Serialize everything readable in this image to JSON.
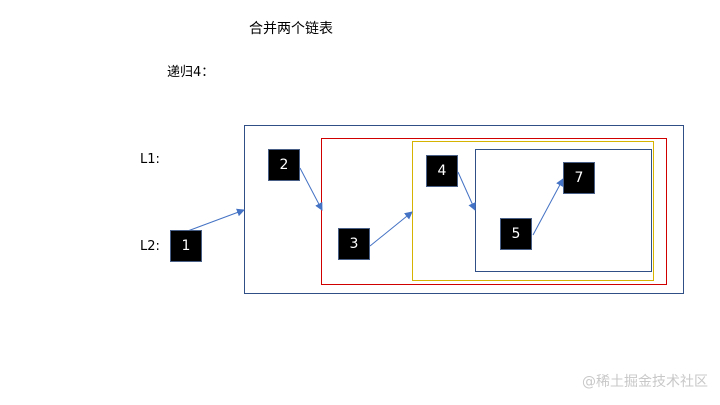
{
  "title": "合并两个链表",
  "step": "递归4：",
  "lists": {
    "l1_label": "L1:",
    "l2_label": "L2:"
  },
  "nodes": {
    "n1": "1",
    "n2": "2",
    "n3": "3",
    "n4": "4",
    "n5": "5",
    "n7": "7"
  },
  "colors": {
    "node_fill": "#000000",
    "node_text": "#ffffff",
    "frame_blue": "#2f4f86",
    "frame_red": "#d00000",
    "frame_yellow": "#d6b300",
    "arrow": "#4472c4"
  },
  "watermark": "@稀土掘金技术社区"
}
